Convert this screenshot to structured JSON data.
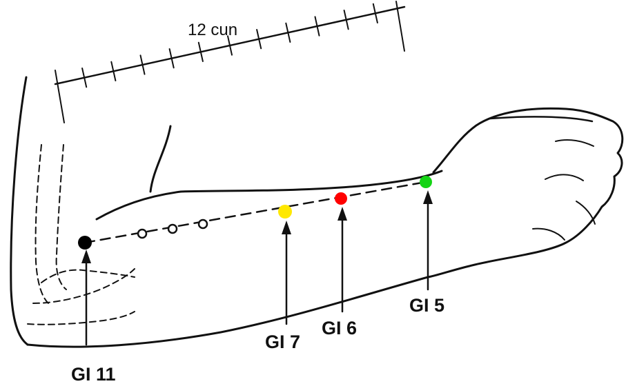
{
  "scale": {
    "label": "12 cun"
  },
  "points": [
    {
      "id": "gi11",
      "label": "GI 11",
      "color": "#000000"
    },
    {
      "id": "gi7",
      "label": "GI 7",
      "color": "#ffe800"
    },
    {
      "id": "gi6",
      "label": "GI 6",
      "color": "#ff0000"
    },
    {
      "id": "gi5",
      "label": "GI 5",
      "color": "#14d414"
    }
  ],
  "intermediate_markers": 3
}
